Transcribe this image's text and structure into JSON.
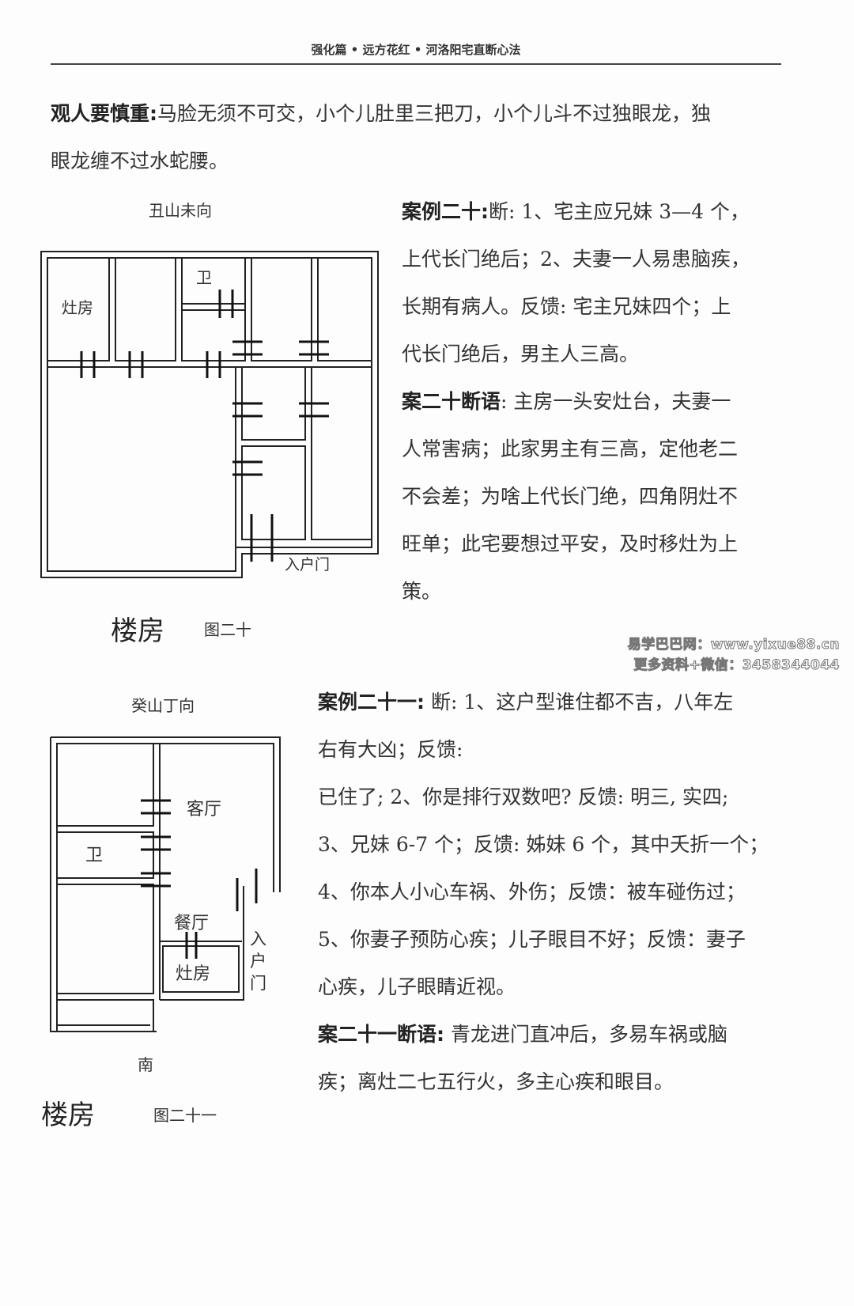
{
  "header": {
    "running_title": "强化篇 • 远方花红 • 河洛阳宅直断心法"
  },
  "intro": {
    "label": "观人要慎重:",
    "lines": [
      "马脸无须不可交，小个儿肚里三把刀，小个儿斗不过独眼龙，独",
      "眼龙缠不过水蛇腰。"
    ]
  },
  "figure20": {
    "orientation": "丑山未向",
    "rooms": {
      "kitchen": "灶房",
      "bathroom": "卫",
      "entrance": "入户门"
    },
    "building_type": "楼房",
    "caption": "图二十"
  },
  "case20": {
    "label": "案例二十:",
    "lines": [
      "断: 1、宅主应兄妹 3—4 个，",
      "上代长门绝后；2、夫妻一人易患脑疾，",
      "长期有病人。反馈: 宅主兄妹四个；上",
      "代长门绝后，男主人三高。"
    ],
    "verdict_label": "案二十断语",
    "verdict_lines": [
      ": 主房一头安灶台，夫妻一",
      "人常害病；此家男主有三高，定他老二",
      "不会差；为啥上代长门绝，四角阴灶不",
      "旺单；此宅要想过平安，及时移灶为上",
      "策。"
    ]
  },
  "watermark": {
    "line1": "易学巴巴网：www.yixue88.cn",
    "line2": "更多资料+微信：3458344044"
  },
  "figure21": {
    "orientation": "癸山丁向",
    "rooms": {
      "living_room": "客厅",
      "bathroom": "卫",
      "dining_room": "餐厅",
      "kitchen": "灶房",
      "entrance_1": "入",
      "entrance_2": "户",
      "entrance_3": "门"
    },
    "direction": "南",
    "building_type": "楼房",
    "caption": "图二十一"
  },
  "case21": {
    "label": "案例二十一:",
    "lines": [
      " 断: 1、这户型谁住都不吉，八年左",
      "右有大凶；反馈:",
      "已住了; 2、你是排行双数吧? 反馈: 明三, 实四;",
      "3、兄妹 6-7 个；反馈: 姊妹 6 个，其中夭折一个；",
      "4、你本人小心车祸、外伤；反馈：被车碰伤过；",
      "5、你妻子预防心疾；儿子眼目不好；反馈：妻子",
      "心疾，儿子眼睛近视。"
    ],
    "verdict_label": "案二十一断语:",
    "verdict_lines": [
      " 青龙进门直冲后，多易车祸或脑",
      "疾；离灶二七五行火，多主心疾和眼目。"
    ]
  }
}
